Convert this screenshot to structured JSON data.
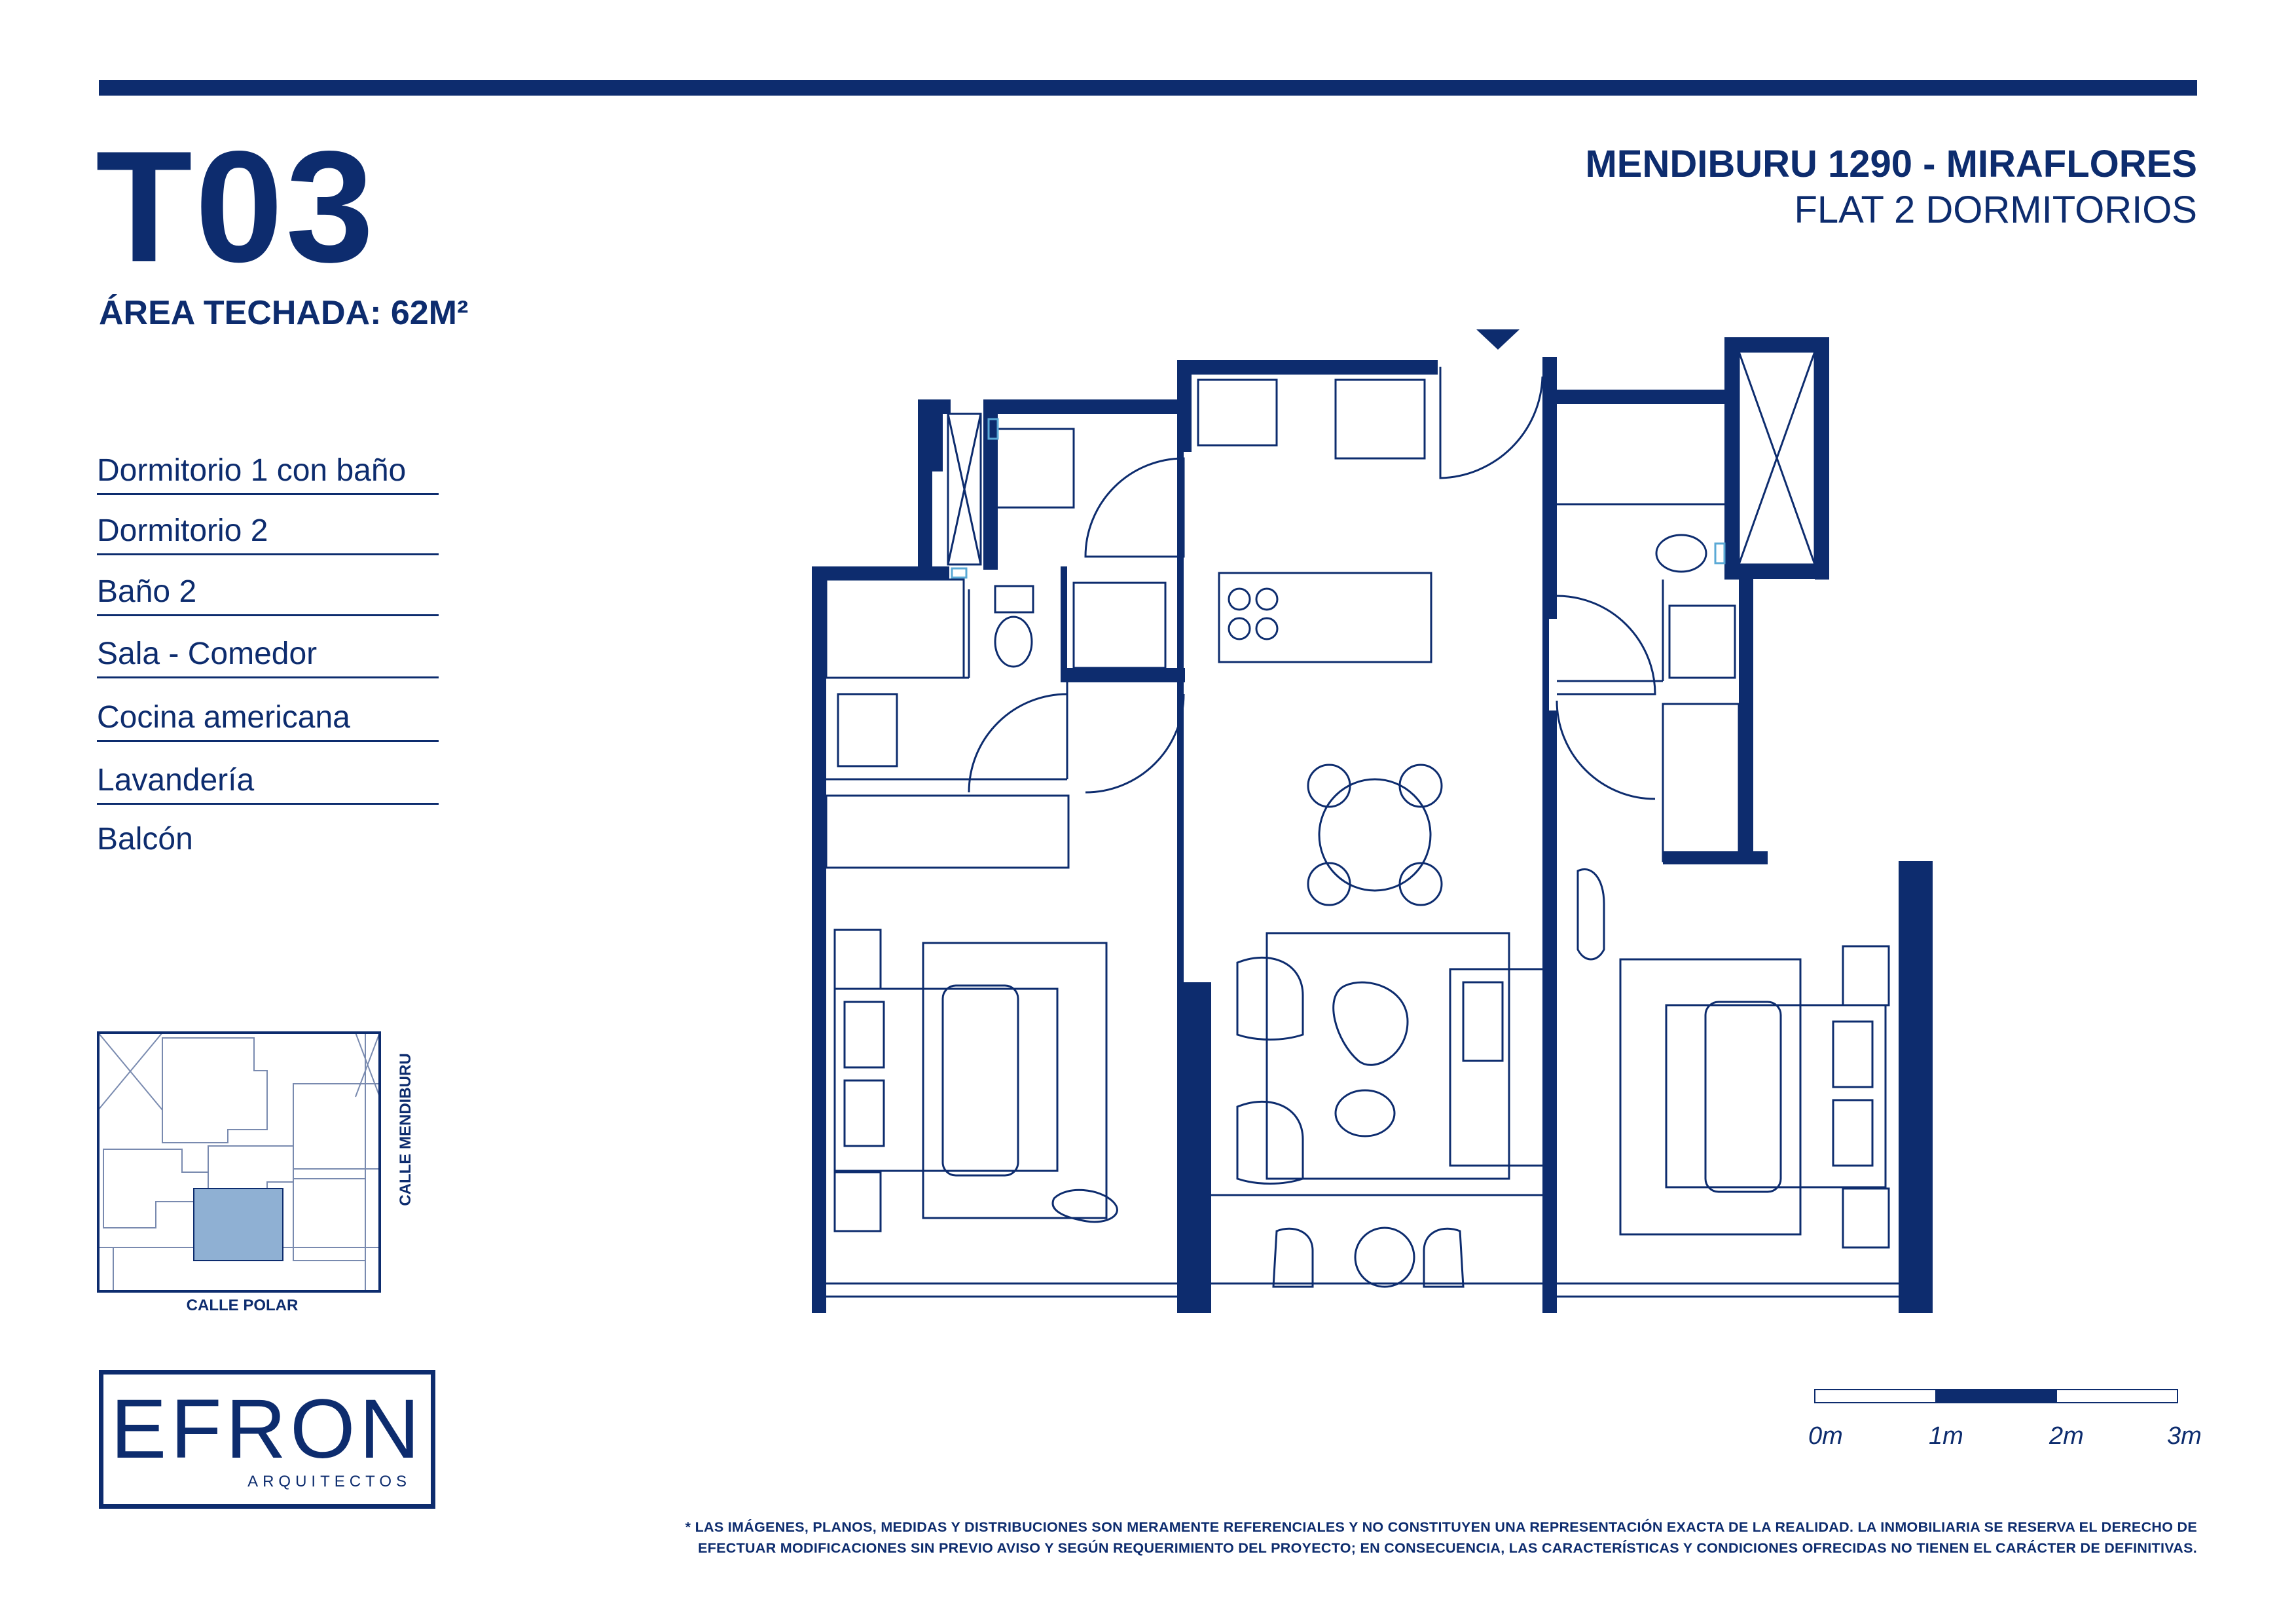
{
  "header": {
    "unit_code": "T03",
    "area_label": "ÁREA TECHADA: 62M²",
    "project_title": "MENDIBURU 1290 - MIRAFLORES",
    "project_subtitle": "FLAT 2 DORMITORIOS"
  },
  "features": [
    "Dormitorio 1 con baño",
    "Dormitorio 2",
    "Baño 2",
    "Sala - Comedor",
    "Cocina americana",
    "Lavandería",
    "Balcón"
  ],
  "keyplan": {
    "street_bottom": "CALLE POLAR",
    "street_right": "CALLE MENDIBURU"
  },
  "logo": {
    "name": "EFRON",
    "subtitle": "ARQUITECTOS"
  },
  "scale_bar": {
    "ticks": [
      "0m",
      "1m",
      "2m",
      "3m"
    ]
  },
  "disclaimer": {
    "line1": "* LAS IMÁGENES, PLANOS, MEDIDAS Y DISTRIBUCIONES SON MERAMENTE REFERENCIALES Y NO CONSTITUYEN UNA REPRESENTACIÓN EXACTA DE LA REALIDAD. LA INMOBILIARIA SE RESERVA EL DERECHO DE",
    "line2": "EFECTUAR MODIFICACIONES SIN PREVIO AVISO Y SEGÚN REQUERIMIENTO DEL PROYECTO; EN CONSECUENCIA, LAS CARACTERÍSTICAS Y CONDICIONES OFRECIDAS NO TIENEN EL CARÁCTER DE DEFINITIVAS."
  },
  "colors": {
    "brand_navy": "#0d2c6e",
    "keyplan_highlight": "#8fb0d3",
    "fixture_blue": "#5aa9d6"
  }
}
